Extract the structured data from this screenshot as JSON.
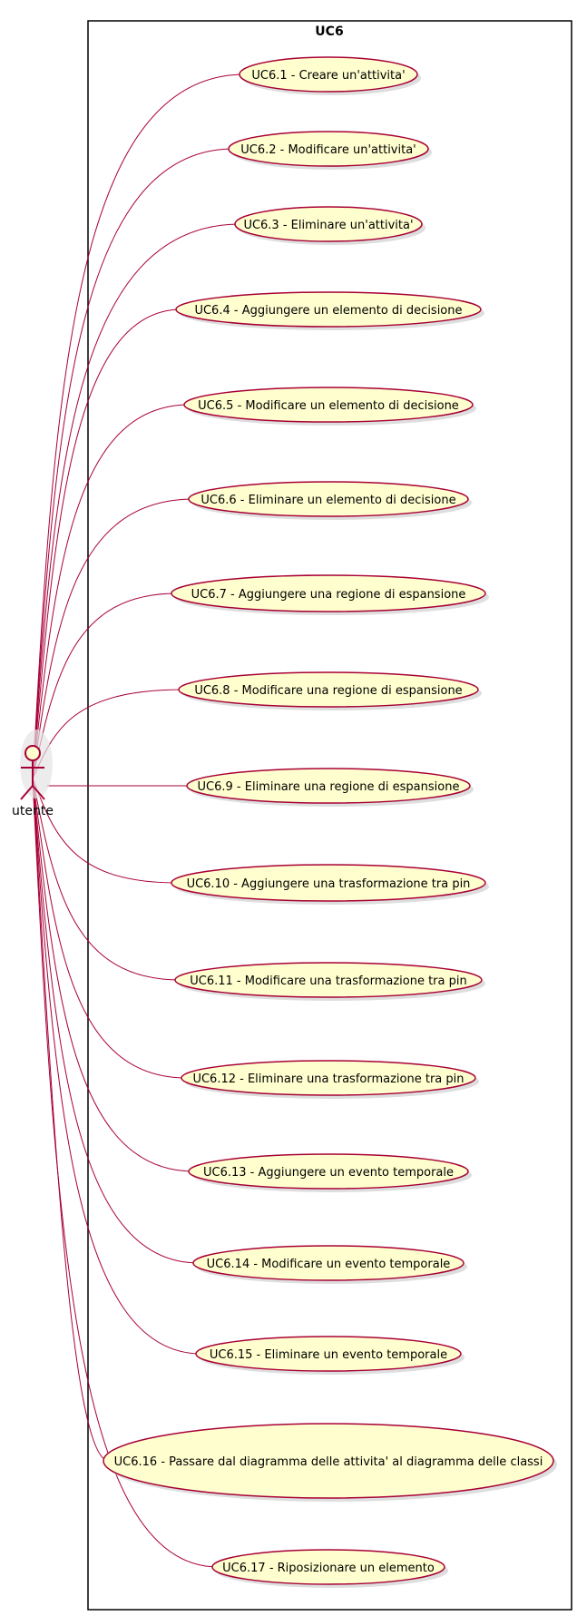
{
  "diagram": {
    "system_title": "UC6",
    "actor": {
      "label": "utente"
    },
    "colors": {
      "usecase_fill": "#FEFECE",
      "usecase_stroke": "#A80036",
      "line": "#A80036",
      "boundary": "#000000",
      "shadow": "#C8C8C8"
    },
    "use_cases": [
      {
        "label": "UC6.1 - Creare un'attivita'"
      },
      {
        "label": "UC6.2 - Modificare un'attivita'"
      },
      {
        "label": "UC6.3 - Eliminare un'attivita'"
      },
      {
        "label": "UC6.4 - Aggiungere un elemento di decisione"
      },
      {
        "label": "UC6.5 - Modificare un elemento di decisione"
      },
      {
        "label": "UC6.6 - Eliminare un elemento di decisione"
      },
      {
        "label": "UC6.7 - Aggiungere una regione di espansione"
      },
      {
        "label": "UC6.8 - Modificare una regione di espansione"
      },
      {
        "label": "UC6.9 - Eliminare una regione di espansione"
      },
      {
        "label": "UC6.10 - Aggiungere una trasformazione tra pin"
      },
      {
        "label": "UC6.11 - Modificare una trasformazione tra pin"
      },
      {
        "label": "UC6.12 - Eliminare una trasformazione tra pin"
      },
      {
        "label": "UC6.13 - Aggiungere un evento temporale"
      },
      {
        "label": "UC6.14 - Modificare un evento temporale"
      },
      {
        "label": "UC6.15 - Eliminare un evento temporale"
      },
      {
        "label": "UC6.16 - Passare dal diagramma delle attivita' al diagramma delle classi"
      },
      {
        "label": "UC6.17 - Riposizionare un elemento"
      }
    ]
  }
}
